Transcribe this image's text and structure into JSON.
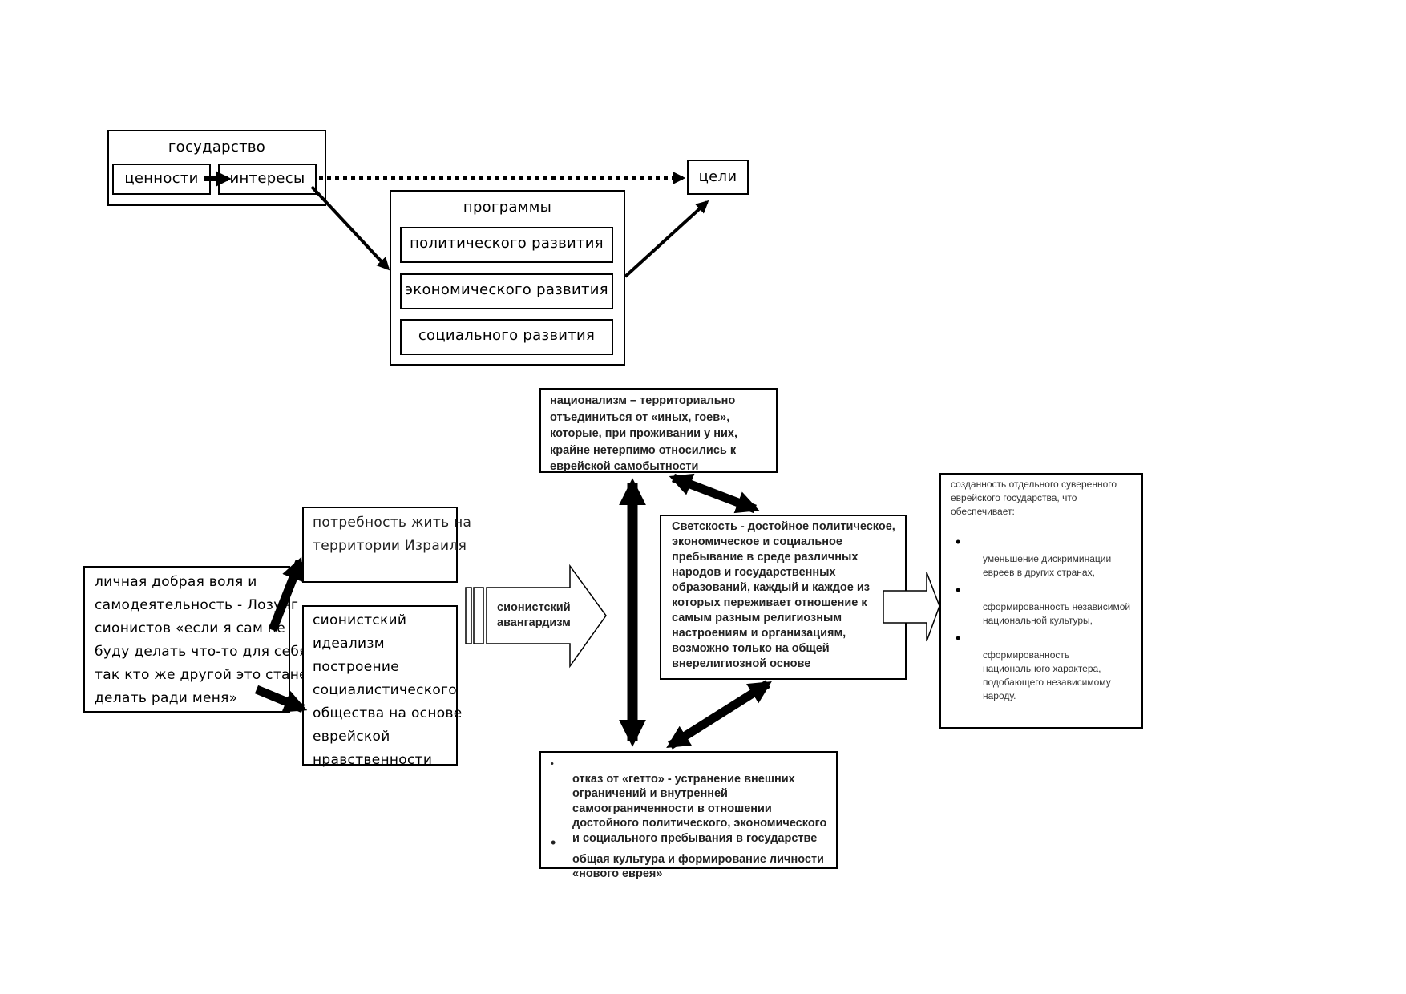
{
  "top": {
    "state_title": "государство",
    "values": "ценности",
    "interests": "интересы",
    "goals": "цели",
    "programs_title": "программы",
    "programs": [
      "политического развития",
      "экономического развития",
      "социального развития"
    ]
  },
  "bottom": {
    "personal_will": "личная добрая воля и\nсамодеятельность - Лозунг\nсионистов «если я сам не\nбуду делать что-то для себя,\nтак кто же другой это станет\nделать ради меня»",
    "need_to_live": "потребность жить на\nтерритории Израиля",
    "idealism": "сионистский\nидеализм\nпостроение\nсоциалистического\nобщества на основе\nеврейской\nнравственности",
    "vanguard": "сионистский\nавангардизм",
    "nationalism": "национализм – территориально\nотъединиться от «иных, гоев»,\nкоторые, при проживании у них,\nкрайне нетерпимо относились к\nеврейской самобытности",
    "secularism": "Светскость - достойное политическое,\nэкономическое и социальное\nпребывание в среде различных\nнародов и государственных\nобразований, каждый и каждое из\nкоторых переживает отношение к\nсамым разным религиозным\nнастроениям и организациям,\nвозможно только на  общей\nвнерелигиозной основе",
    "ghetto_items": [
      "отказ от «гетто» - устранение внешних\nограничений и внутренней\nсамоограниченности в отношении\nдостойного политического, экономического\nи социального пребывания в государстве",
      "общая культура и формирование личности\n«нового еврея»"
    ],
    "sovereign_intro": "созданность отдельного суверенного\nеврейского государства, что\nобеспечивает:",
    "sovereign_items": [
      "уменьшение дискриминации\nевреев в других странах,",
      "сформированность независимой\nнациональной культуры,",
      "сформированность\nнационального характера,\nподобающего независимому\nнароду."
    ]
  }
}
